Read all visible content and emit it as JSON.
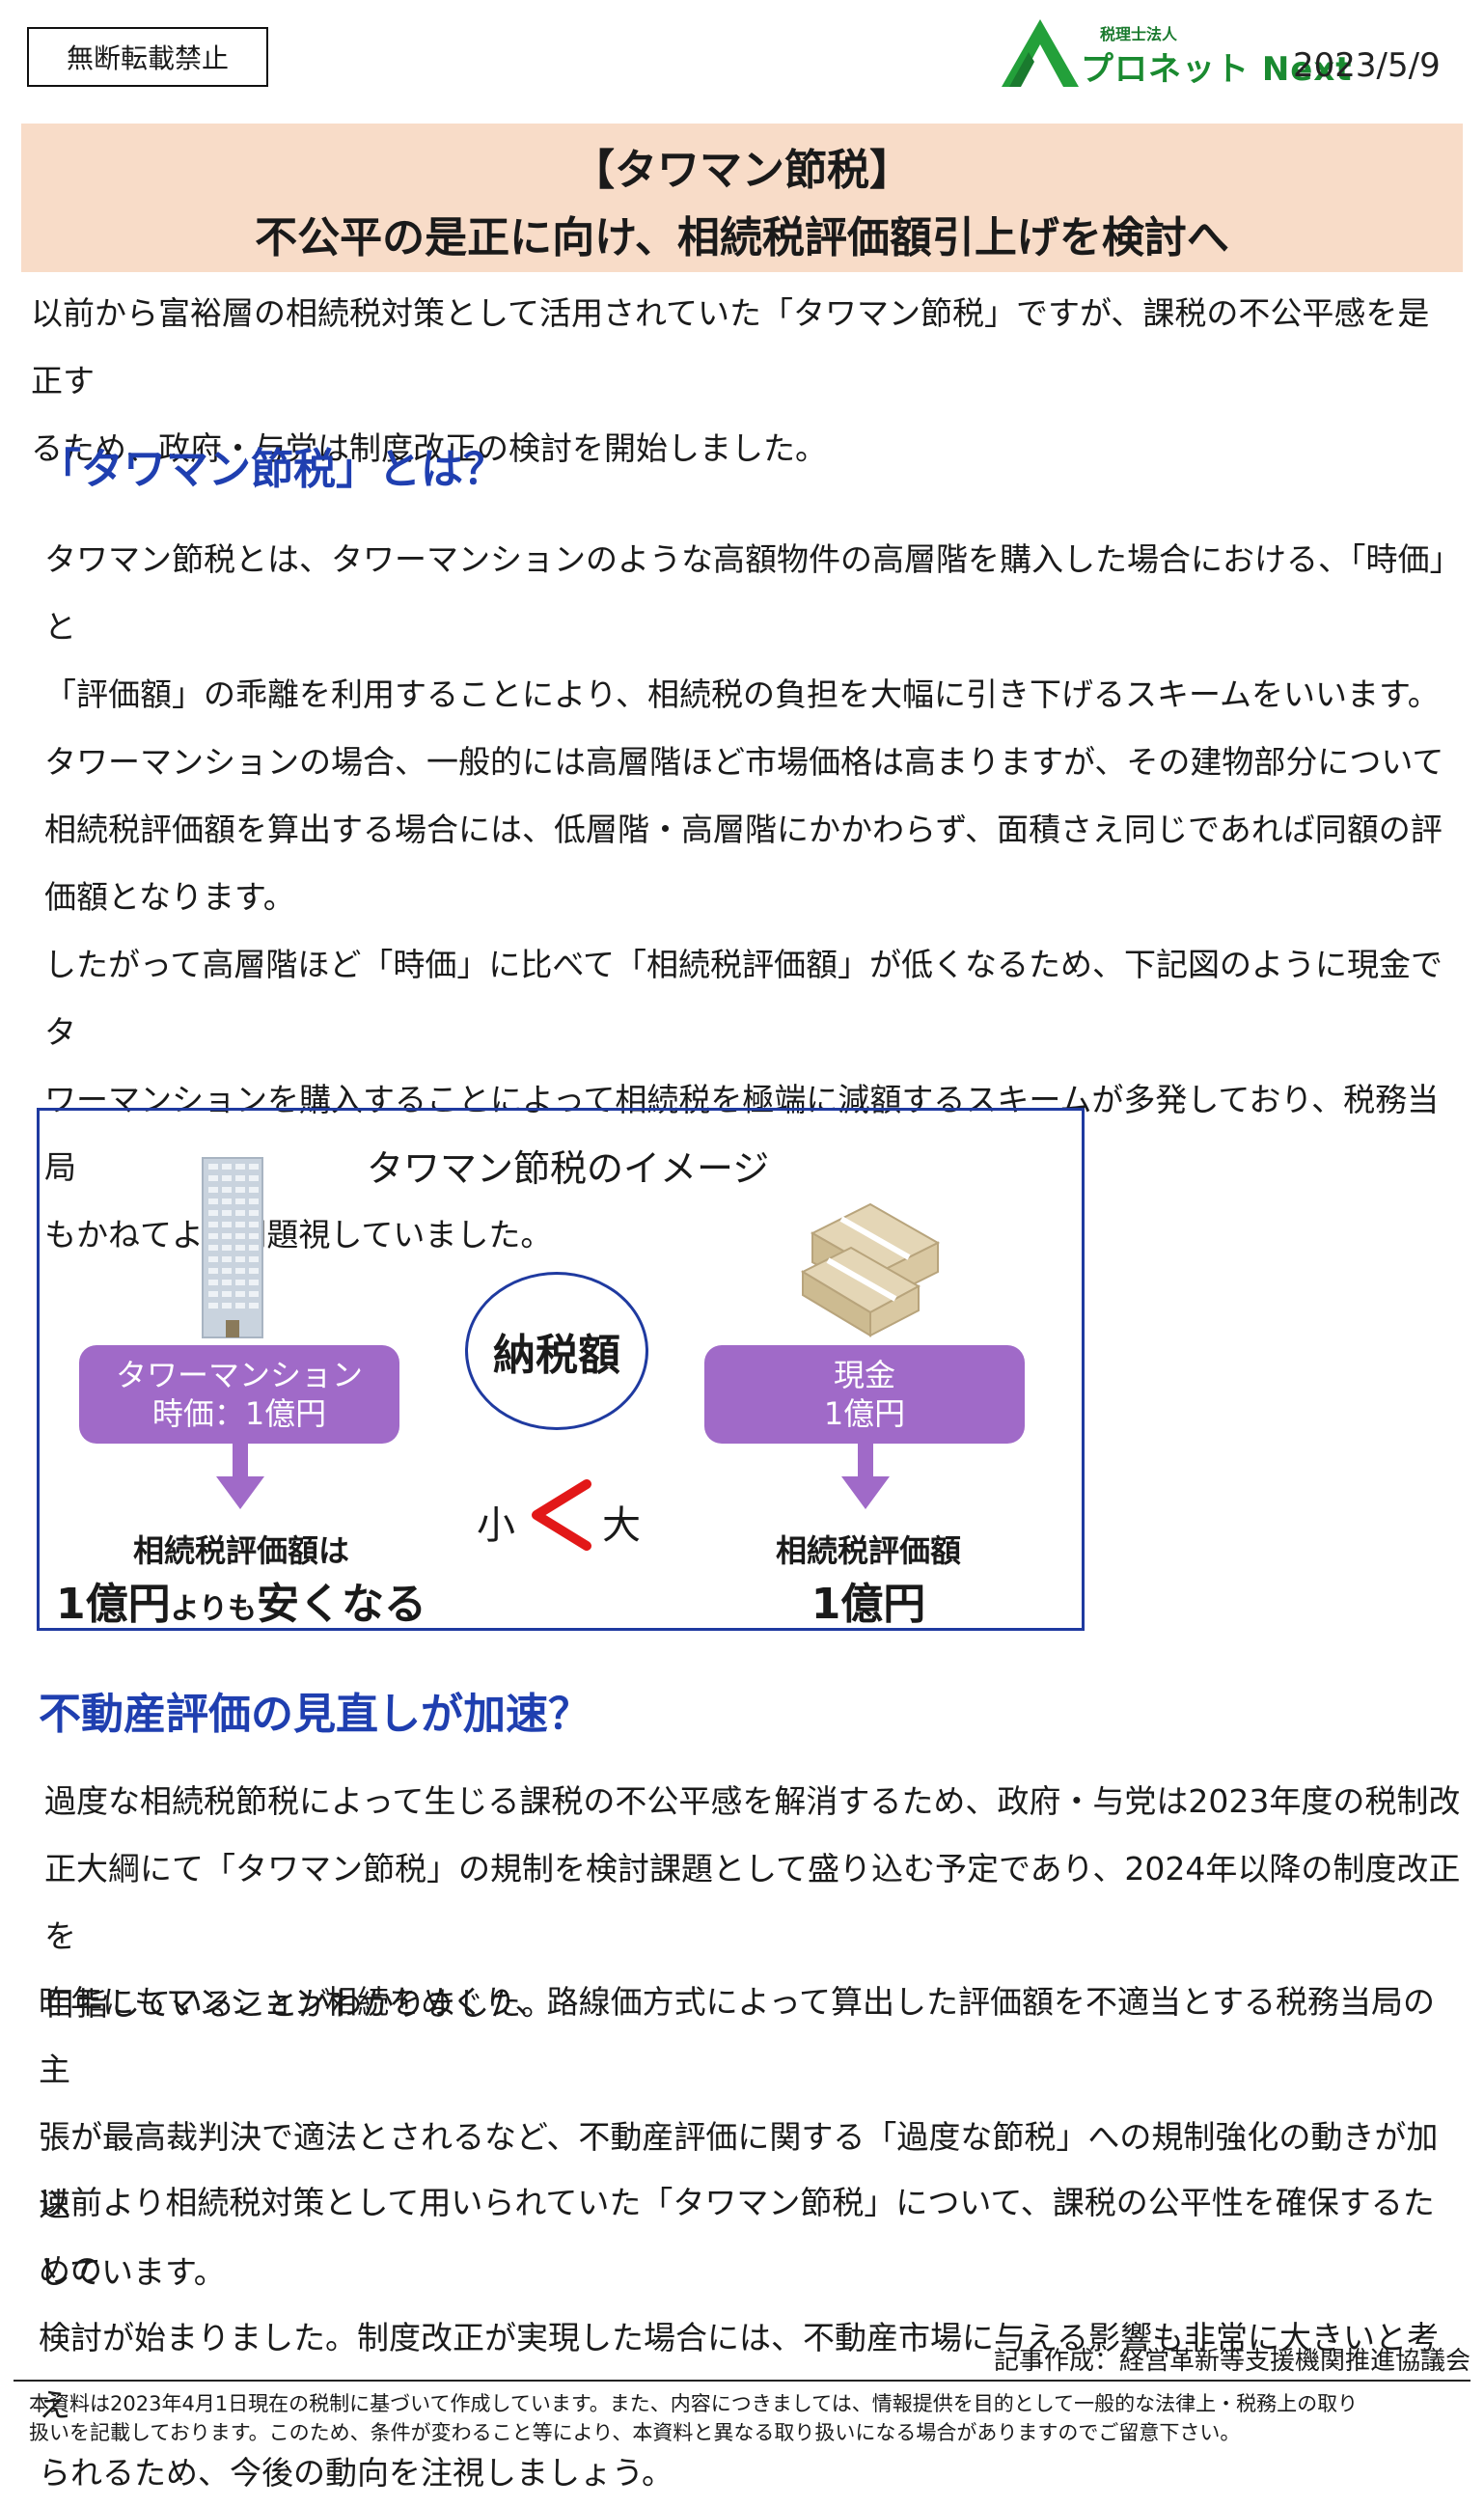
{
  "header": {
    "notice": "無断転載禁止",
    "logo_small": "税理士法人",
    "logo_main": "プロネット Next",
    "date": "2023/5/9"
  },
  "banner": {
    "line1": "【タワマン節税】",
    "line2": "不公平の是正に向け、相続税評価額引上げを検討へ"
  },
  "intro": {
    "lines": [
      "以前から富裕層の相続税対策として活用されていた「タワマン節税」ですが、課税の不公平感を是正す",
      "るため、政府・与党は制度改正の検討を開始しました。"
    ]
  },
  "section1": {
    "heading": "「タワマン節税」とは？",
    "lines": [
      "タワマン節税とは、タワーマンションのような高額物件の高層階を購入した場合における、「時価」と",
      "「評価額」の乖離を利用することにより、相続税の負担を大幅に引き下げるスキームをいいます。",
      "タワーマンションの場合、一般的には高層階ほど市場価格は高まりますが、その建物部分について",
      "相続税評価額を算出する場合には、低層階・高層階にかかわらず、面積さえ同じであれば同額の評",
      "価額となります。",
      "したがって高層階ほど「時価」に比べて「相続税評価額」が低くなるため、下記図のように現金でタ",
      "ワーマンションを購入することによって相続税を極端に減額するスキームが多発しており、税務当局",
      "もかねてより問題視していました。"
    ]
  },
  "diagram": {
    "title": "タワマン節税のイメージ",
    "center": "納税額",
    "left_pill_1": "タワーマンション",
    "left_pill_2": "時価：1億円",
    "right_pill_1": "現金",
    "right_pill_2": "1億円",
    "left_label_a": "相続税評価額は",
    "left_label_b1": "1億円",
    "left_label_b2": "よりも",
    "left_label_b3": "安くなる",
    "right_label_a": "相続税評価額",
    "right_label_b": "1億円",
    "small": "小",
    "large": "大"
  },
  "section2": {
    "heading": "不動産評価の見直しが加速？",
    "p1": [
      "過度な相続税節税によって生じる課税の不公平感を解消するため、政府・与党は2023年度の税制改",
      "正大綱にて「タワマン節税」の規制を検討課題として盛り込む予定であり、2024年以降の制度改正を",
      "目指していることがわかりました。"
    ],
    "p2": [
      "昨年にもマンション相続をめぐり、路線価方式によって算出した評価額を不適当とする税務当局の主",
      "張が最高裁判決で適法とされるなど、不動産評価に関する「過度な節税」への規制強化の動きが加速",
      "しています。"
    ],
    "p3": [
      "以前より相続税対策として用いられていた「タワマン節税」について、課税の公平性を確保するための",
      "検討が始まりました。制度改正が実現した場合には、不動産市場に与える影響も非常に大きいと考え",
      "られるため、今後の動向を注視しましょう。"
    ]
  },
  "footer": {
    "credit": "記事作成：経営革新等支援機関推進協議会",
    "disclaimer": [
      "本資料は2023年4月1日現在の税制に基づいて作成しています。また、内容につきましては、情報提供を目的として一般的な法律上・税務上の取り",
      "扱いを記載しております。このため、条件が変わること等により、本資料と異なる取り扱いになる場合がありますのでご留意下さい。"
    ]
  }
}
